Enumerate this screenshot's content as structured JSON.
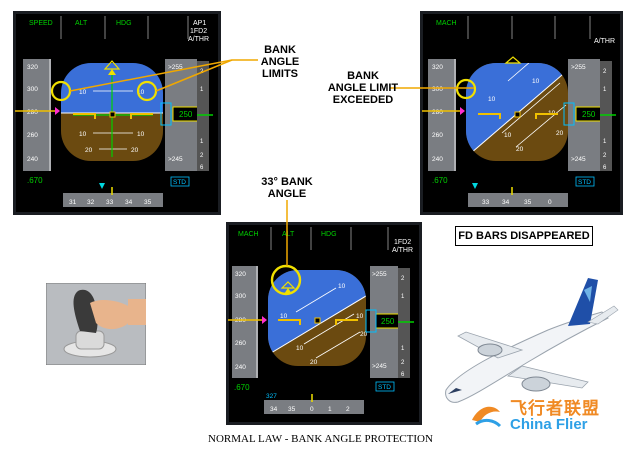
{
  "caption": "NORMAL LAW - BANK ANGLE PROTECTION",
  "callouts": {
    "bank_limits": [
      "BANK",
      "ANGLE",
      "LIMITS"
    ],
    "limit_exceeded": [
      "BANK",
      "ANGLE LIMIT",
      "EXCEEDED"
    ],
    "bank33": [
      "33° BANK",
      "ANGLE"
    ],
    "fd_disappeared": "FD BARS DISAPPEARED"
  },
  "pfd1": {
    "fma": [
      "SPEED",
      "ALT",
      "HDG"
    ],
    "fma_right": [
      "AP1",
      "1FD2",
      "A/THR"
    ],
    "speed_ticks": [
      "320",
      "300",
      "280",
      "260",
      "240"
    ],
    "alt_ticks": [
      ">255",
      "250",
      ">245"
    ],
    "alt_box": "250",
    "mach": ".670",
    "std": "STD",
    "pitch": [
      "10",
      "10",
      "10",
      "10",
      "20",
      "20"
    ],
    "heading": [
      "31",
      "32",
      "33",
      "34",
      "35"
    ],
    "vs": [
      "2",
      "1",
      "1",
      "2",
      "6"
    ]
  },
  "pfd2": {
    "fma": [
      "MACH"
    ],
    "fma_right": [
      "A/THR"
    ],
    "speed_ticks": [
      "320",
      "300",
      "280",
      "260",
      "240"
    ],
    "alt_ticks": [
      ">255",
      "250",
      ">245"
    ],
    "alt_box": "250",
    "mach": ".670",
    "std": "STD",
    "pitch": [
      "10",
      "10",
      "10",
      "10",
      "20",
      "20"
    ],
    "heading": [
      "33",
      "34",
      "35",
      "0"
    ],
    "vs": [
      "2",
      "1",
      "1",
      "2",
      "6"
    ]
  },
  "pfd3": {
    "fma": [
      "MACH",
      "ALT",
      "HDG"
    ],
    "fma_right": [
      "1FD2",
      "A/THR"
    ],
    "speed_ticks": [
      "320",
      "300",
      "280",
      "260",
      "240"
    ],
    "alt_ticks": [
      ">255",
      "250",
      ">245"
    ],
    "alt_box": "250",
    "mach": ".670",
    "std": "STD",
    "pitch": [
      "10",
      "10",
      "10",
      "10",
      "20",
      "20"
    ],
    "heading": [
      "34",
      "35",
      "0",
      "1",
      "2"
    ],
    "hdg_sel": "327",
    "vs": [
      "2",
      "1",
      "1",
      "2",
      "6"
    ]
  },
  "watermark": {
    "cn": "飞行者联盟",
    "en": "China Flier"
  }
}
